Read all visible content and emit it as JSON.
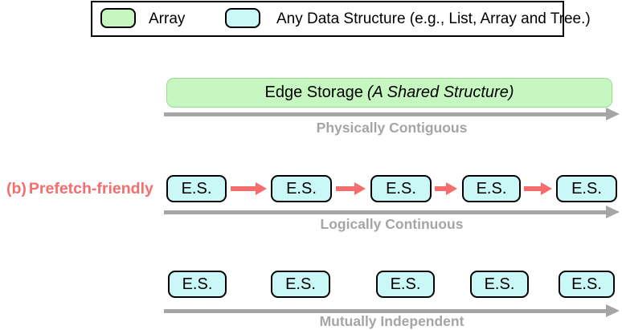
{
  "legend": {
    "items": [
      {
        "label": "Array",
        "swatch_color": "#c6f7c0"
      },
      {
        "label": "Any Data Structure (e.g., List, Array and Tree.)",
        "swatch_color": "#c9f8f6"
      }
    ]
  },
  "figure_label": {
    "prefix": "(b)",
    "text": "Prefetch-friendly"
  },
  "edge_storage": {
    "text_regular": "Edge Storage",
    "text_italic": "(A Shared Structure)"
  },
  "rows": {
    "physical": {
      "axis_label": "Physically Contiguous"
    },
    "logical": {
      "axis_label": "Logically Continuous",
      "boxes": [
        "E.S.",
        "E.S.",
        "E.S.",
        "E.S.",
        "E.S."
      ]
    },
    "independent": {
      "axis_label": "Mutually Independent",
      "boxes": [
        "E.S.",
        "E.S.",
        "E.S.",
        "E.S.",
        "E.S."
      ]
    }
  },
  "colors": {
    "array_fill": "#c6f7c0",
    "data_structure_fill": "#c9f8f6",
    "highlight_red": "#f66d6d",
    "axis_gray": "#a5a5a5"
  }
}
